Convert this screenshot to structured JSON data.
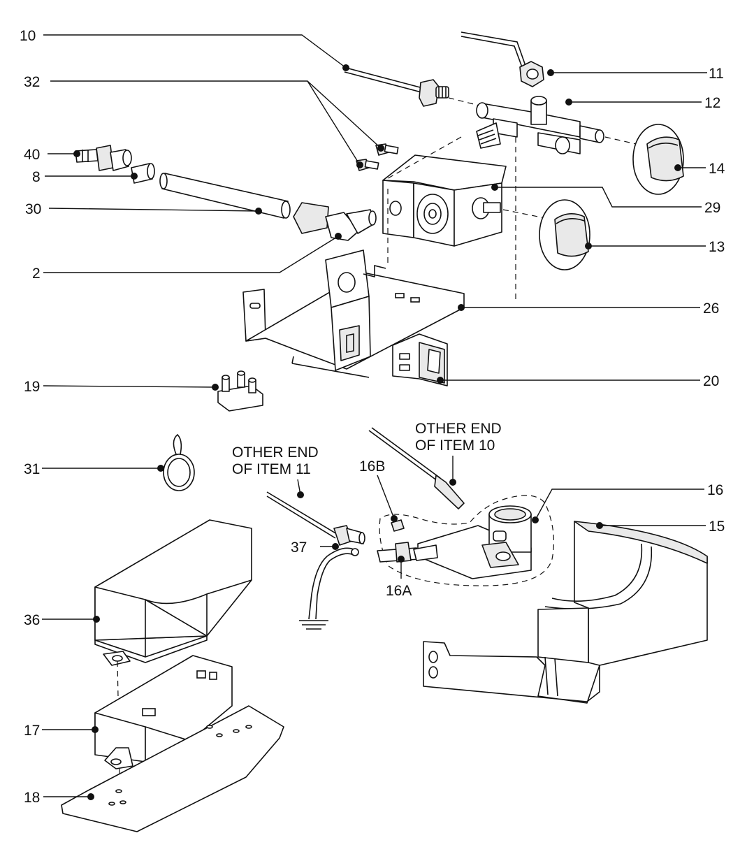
{
  "callouts": [
    {
      "id": "c10",
      "label": "10"
    },
    {
      "id": "c32",
      "label": "32"
    },
    {
      "id": "c40",
      "label": "40"
    },
    {
      "id": "c8",
      "label": "8"
    },
    {
      "id": "c30",
      "label": "30"
    },
    {
      "id": "c2",
      "label": "2"
    },
    {
      "id": "c19",
      "label": "19"
    },
    {
      "id": "c31",
      "label": "31"
    },
    {
      "id": "c36",
      "label": "36"
    },
    {
      "id": "c17",
      "label": "17"
    },
    {
      "id": "c18",
      "label": "18"
    },
    {
      "id": "c11",
      "label": "11"
    },
    {
      "id": "c12",
      "label": "12"
    },
    {
      "id": "c14",
      "label": "14"
    },
    {
      "id": "c29",
      "label": "29"
    },
    {
      "id": "c13",
      "label": "13"
    },
    {
      "id": "c26",
      "label": "26"
    },
    {
      "id": "c20",
      "label": "20"
    },
    {
      "id": "c16",
      "label": "16"
    },
    {
      "id": "c15",
      "label": "15"
    },
    {
      "id": "c16B",
      "label": "16B"
    },
    {
      "id": "c37",
      "label": "37"
    },
    {
      "id": "c16A",
      "label": "16A"
    }
  ],
  "notes": {
    "item10_line1": "OTHER END",
    "item10_line2": "OF ITEM 10",
    "item11_line1": "OTHER END",
    "item11_line2": "OF ITEM 11"
  }
}
